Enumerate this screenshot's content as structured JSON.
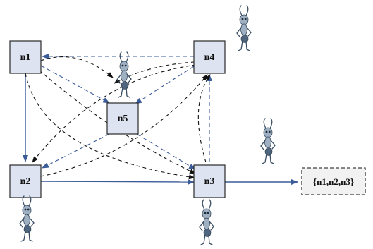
{
  "diagram": {
    "nodes": [
      {
        "id": "n1",
        "label": "n1"
      },
      {
        "id": "n2",
        "label": "n2"
      },
      {
        "id": "n3",
        "label": "n3"
      },
      {
        "id": "n4",
        "label": "n4"
      },
      {
        "id": "n5",
        "label": "n5"
      }
    ],
    "result_set": {
      "label": "{n1,n2,n3}"
    },
    "colors": {
      "node_fill": "#dde3f0",
      "solid_edge": "#3b5b99",
      "blue_dashed_edge": "#3b5b99",
      "black_dashed_edge": "#111111",
      "ant": "#9fb0c2"
    }
  }
}
